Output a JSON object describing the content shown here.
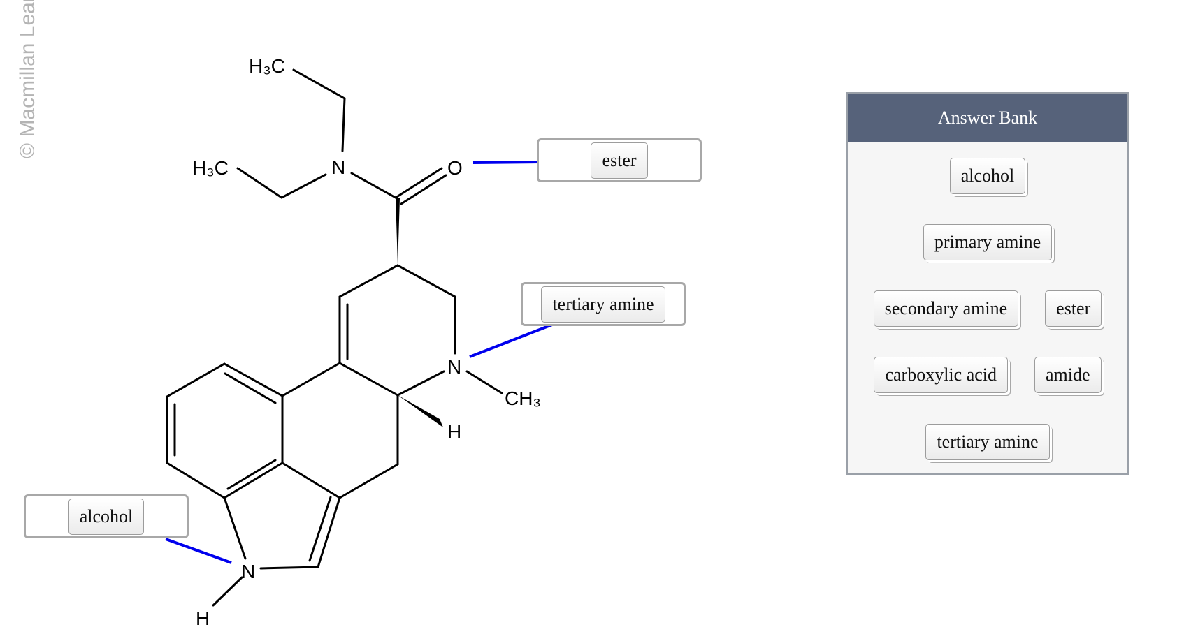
{
  "watermark": "© Macmillan Learning",
  "answer_bank": {
    "title": "Answer Bank",
    "rows": [
      [
        "alcohol"
      ],
      [
        "primary amine"
      ],
      [
        "secondary amine",
        "ester"
      ],
      [
        "carboxylic acid",
        "amide"
      ],
      [
        "tertiary amine"
      ]
    ]
  },
  "drop_zones": {
    "carbonyl_oxygen": "ester",
    "ring_nitrogen": "tertiary amine",
    "indole_nitrogen": "alcohol"
  },
  "molecule": {
    "atoms": {
      "h3c_top": "H₃C",
      "h3c_left": "H₃C",
      "amide_n": "N",
      "carbonyl_o": "O",
      "ring_n": "N",
      "n_methyl": "CH₃",
      "stereo_h": "H",
      "indole_n": "N",
      "indole_h": "H"
    }
  },
  "colors": {
    "bank_header": "#56627a",
    "connector": "#0000ee",
    "drop_zone_border": "#a8a8a8"
  }
}
